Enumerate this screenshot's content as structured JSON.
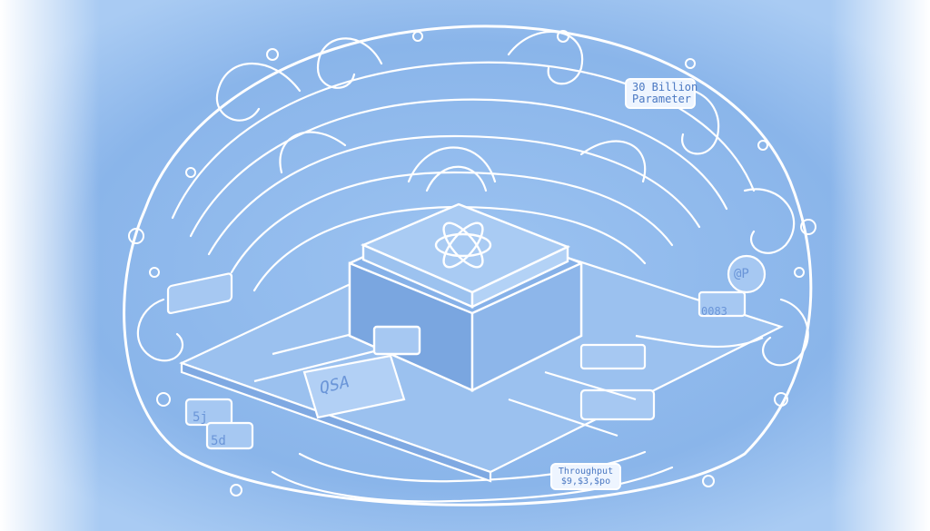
{
  "colors": {
    "background_sky": "#8fb9ec",
    "line_white": "#ffffff",
    "ink_blue": "#6a95d8"
  },
  "labels": {
    "params_line1": "30 Billion",
    "params_line2": "Parameter",
    "throughput_line1": "Throughput",
    "throughput_line2": "$9,$3,$po",
    "board_chip": "QSA",
    "side_chip": "0083",
    "round_chip": "@P",
    "small_chip_a": "5j",
    "small_chip_b": "5d"
  },
  "icons": {
    "processor_logo": "atom-knot-icon"
  }
}
